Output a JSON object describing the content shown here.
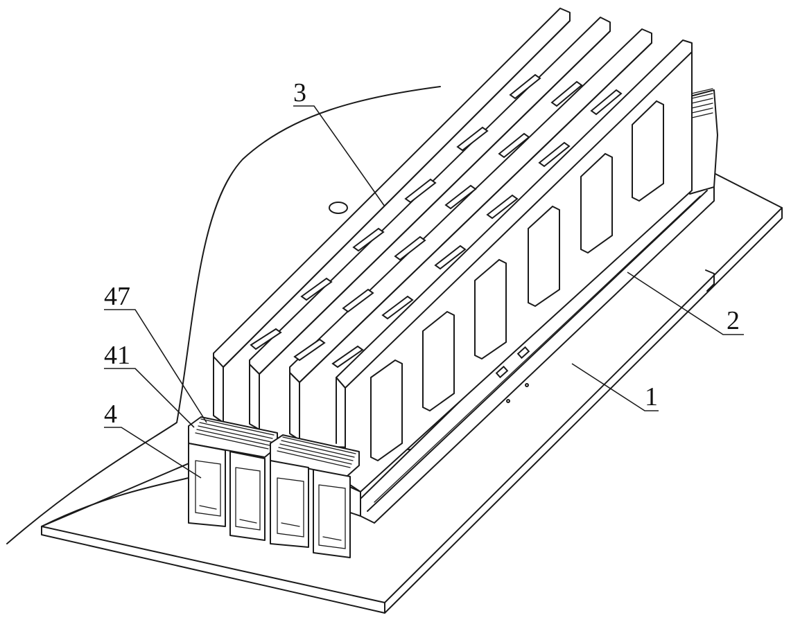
{
  "figure": {
    "labels": [
      {
        "id": "1",
        "text": "1"
      },
      {
        "id": "2",
        "text": "2"
      },
      {
        "id": "3",
        "text": "3"
      },
      {
        "id": "4",
        "text": "4"
      },
      {
        "id": "41",
        "text": "41"
      },
      {
        "id": "47",
        "text": "47"
      }
    ]
  }
}
